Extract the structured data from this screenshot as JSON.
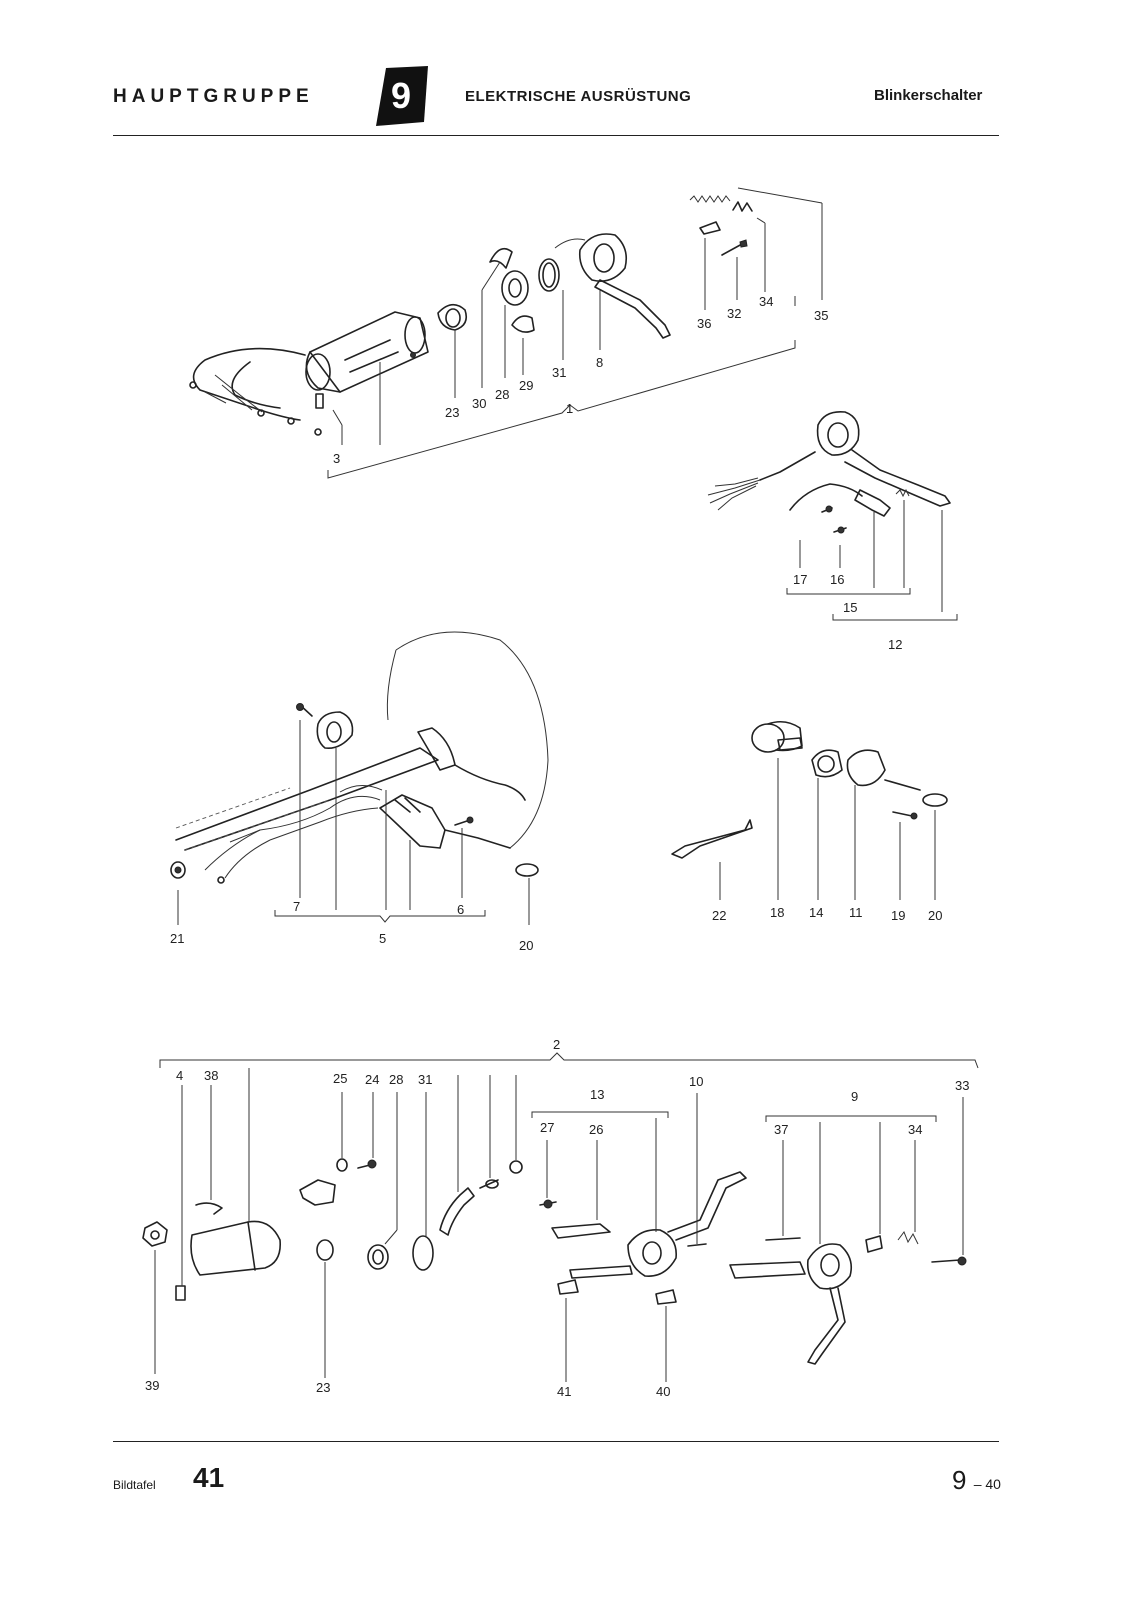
{
  "header": {
    "group_label": "HAUPTGRUPPE",
    "group_number": "9",
    "section_title": "ELEKTRISCHE AUSRÜSTUNG",
    "subtitle": "Blinkerschalter"
  },
  "footer": {
    "plate_label": "Bildtafel",
    "plate_number": "41",
    "page_main": "9",
    "page_suffix": "– 40"
  },
  "callouts": {
    "fig1": [
      "35",
      "36",
      "32",
      "34",
      "8",
      "31",
      "29",
      "28",
      "30",
      "23",
      "1",
      "3"
    ],
    "fig2": [
      "17",
      "16",
      "15",
      "12"
    ],
    "fig3": [
      "7",
      "6",
      "5",
      "21",
      "20"
    ],
    "fig4": [
      "22",
      "18",
      "14",
      "11",
      "19",
      "20"
    ],
    "fig5": [
      "2",
      "4",
      "38",
      "25",
      "24",
      "28",
      "31",
      "10",
      "33",
      "13",
      "27",
      "26",
      "9",
      "37",
      "34",
      "39",
      "23",
      "41",
      "40"
    ]
  }
}
